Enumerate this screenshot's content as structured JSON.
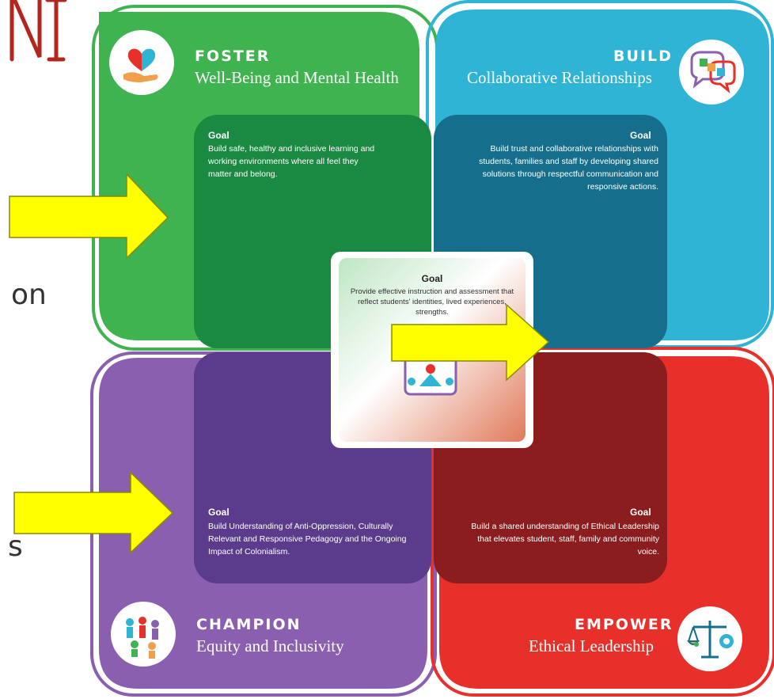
{
  "side_fragments": {
    "top_left": "NT",
    "middle_left": "on",
    "lower_left": "s"
  },
  "foster": {
    "heading": "FOSTER",
    "subheading": "Well-Being and Mental Health",
    "goal_title": "Goal",
    "goal_text": "Build safe, healthy and inclusive learning and working environments where all feel they matter and belong.",
    "icon": "heart-brain-hand-icon",
    "color": "#3fb34f",
    "inner_color": "#1a8a43"
  },
  "build": {
    "heading": "BUILD",
    "subheading": "Collaborative Relationships",
    "goal_title": "Goal",
    "goal_text": "Build trust and collaborative relationships with students, families and staff by developing shared solutions through respectful communication and responsive actions.",
    "icon": "speech-bubbles-puzzle-icon",
    "color": "#2fb4d6",
    "inner_color": "#156f8c"
  },
  "champion": {
    "heading": "CHAMPION",
    "subheading": "Equity and Inclusivity",
    "goal_title": "Goal",
    "goal_text": "Build Understanding of Anti-Oppression, Culturally Relevant and Responsive Pedagogy and the Ongoing Impact of Colonialism.",
    "icon": "diverse-people-icon",
    "color": "#8a5fb0",
    "inner_color": "#5b3c8c"
  },
  "empower": {
    "heading": "EMPOWER",
    "subheading": "Ethical Leadership",
    "goal_title": "Goal",
    "goal_text": "Build a shared understanding of Ethical Leadership that elevates student, staff, family and community voice.",
    "icon": "scales-of-justice-icon",
    "color": "#e8302a",
    "inner_color": "#8c1d1e"
  },
  "center": {
    "goal_title": "Goal",
    "goal_text": "Provide effective instruction and assessment that reflect students' identities, lived experiences, strengths.",
    "icon": "learners-with-device-icon"
  },
  "arrows_color": "#ffff00"
}
